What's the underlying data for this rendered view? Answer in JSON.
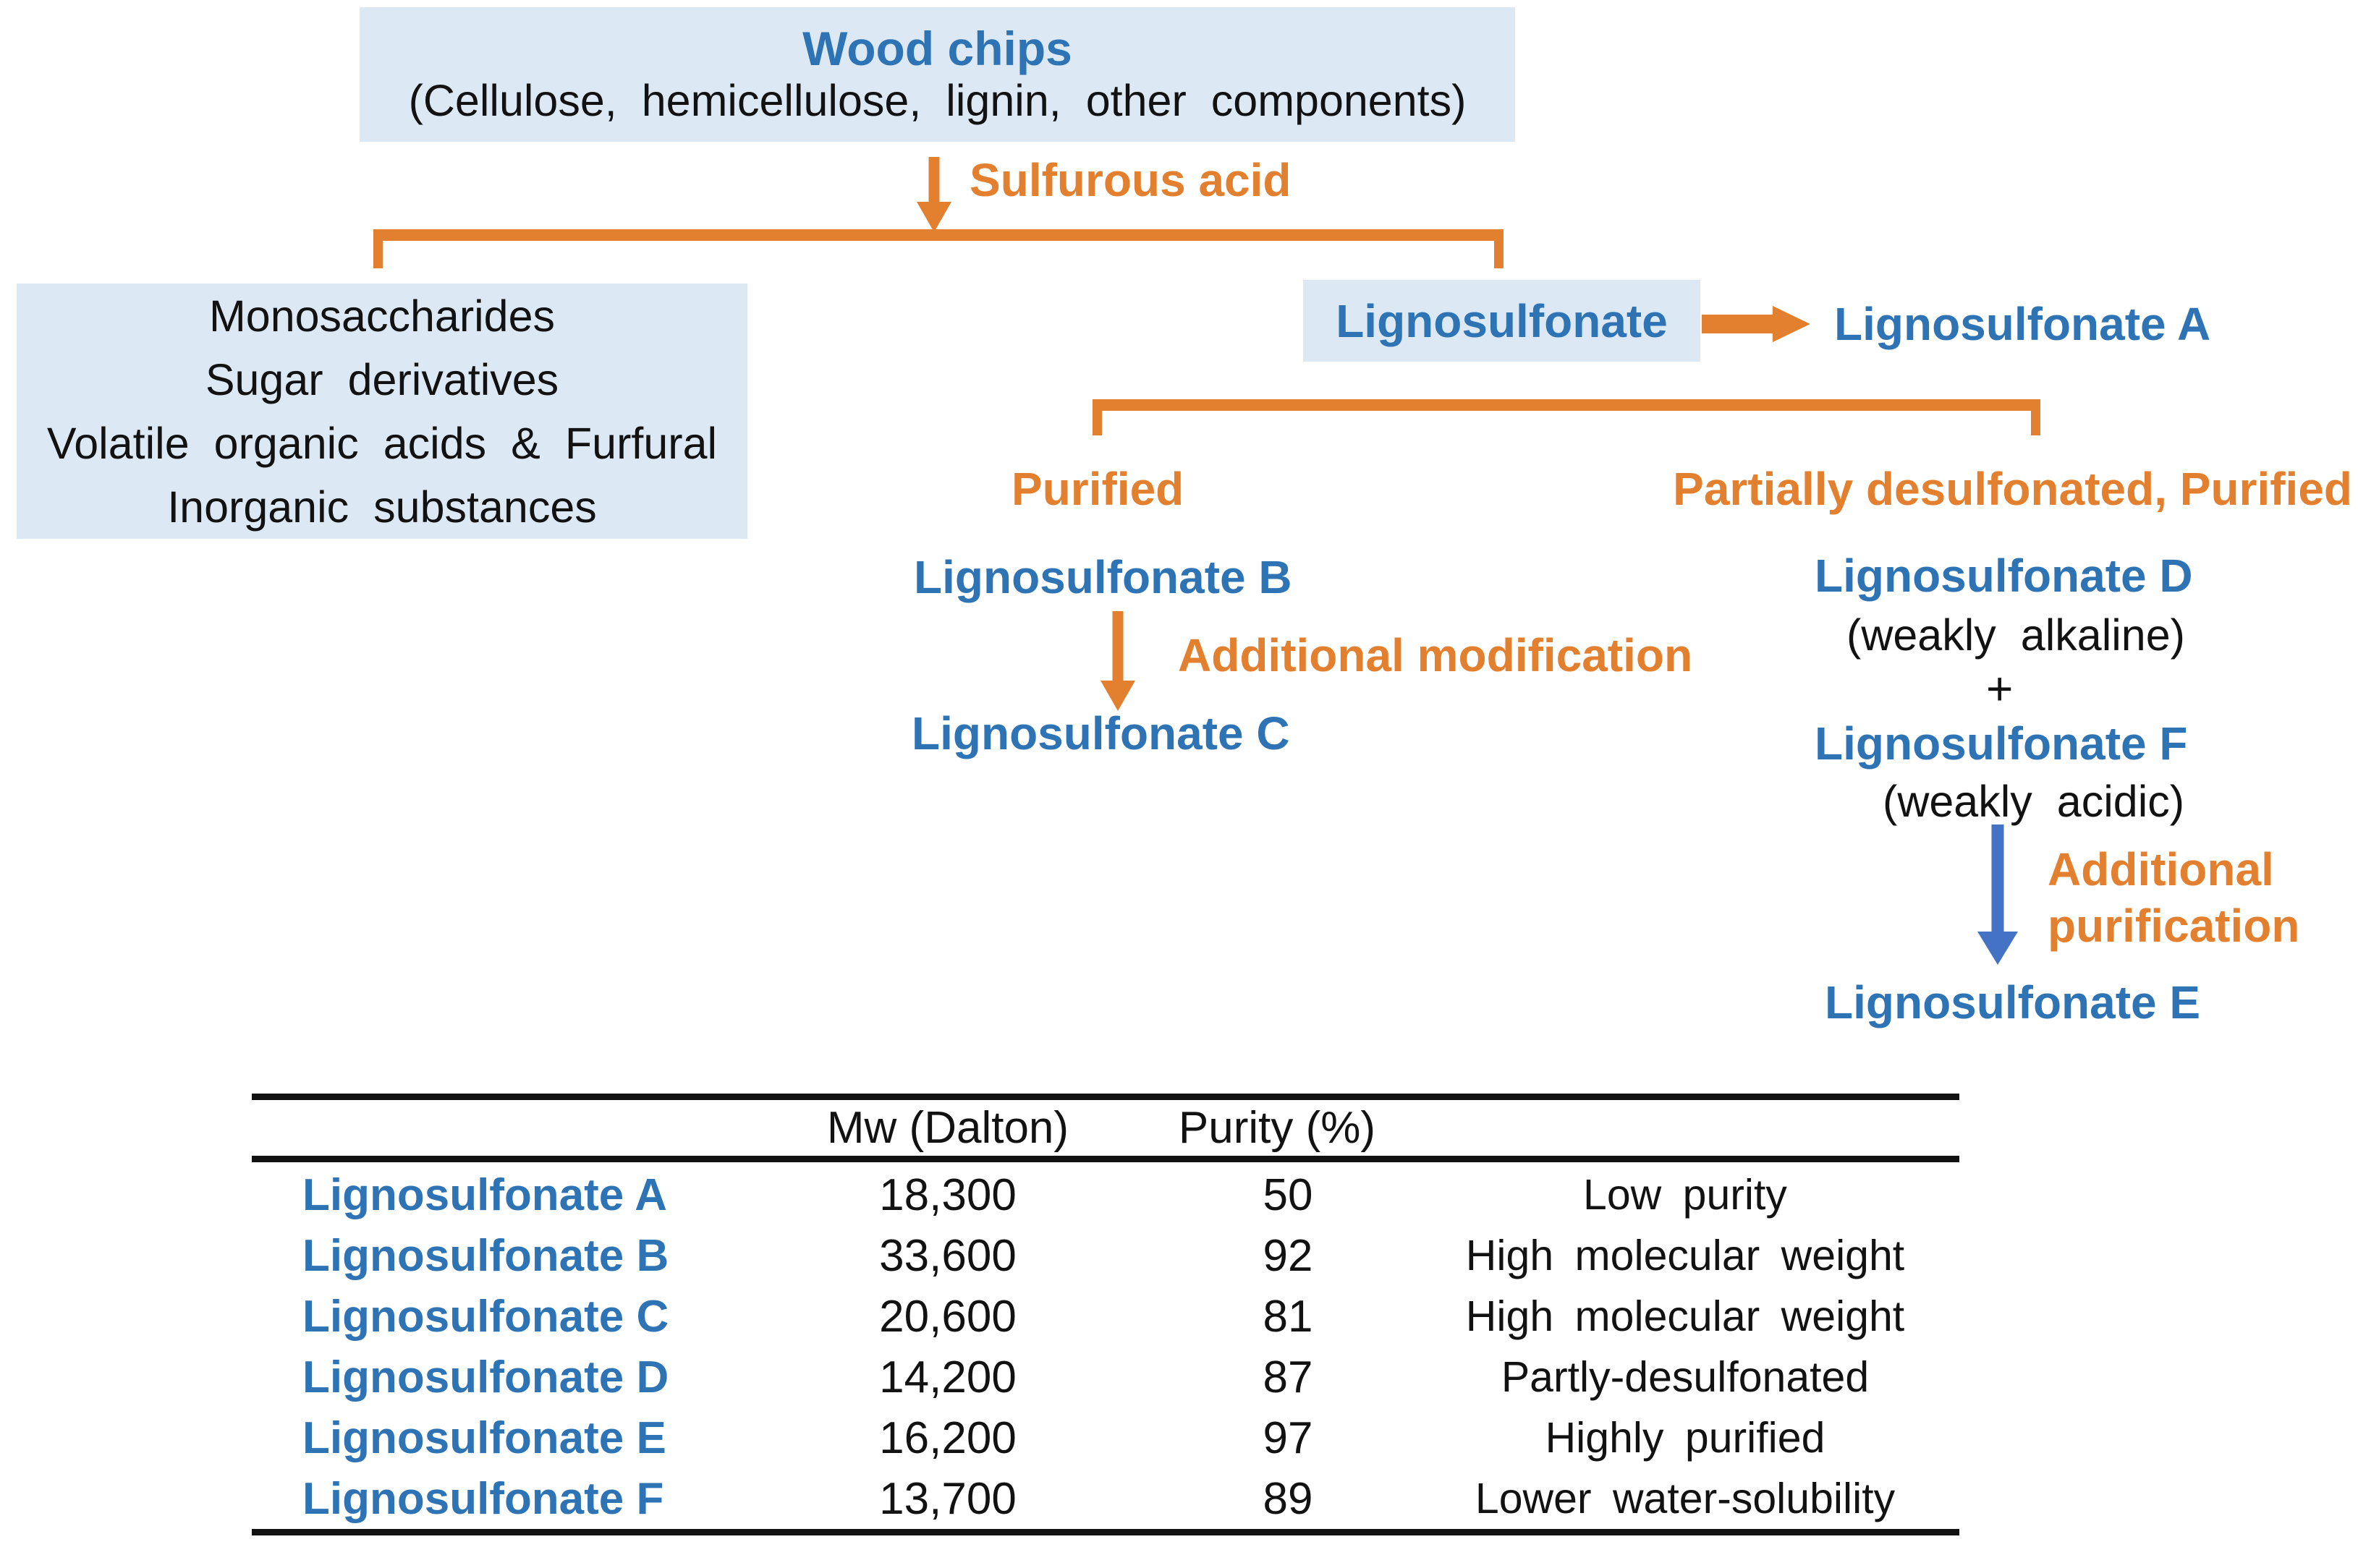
{
  "flowchart": {
    "wood_chips": {
      "title": "Wood chips",
      "subtitle": "(Cellulose, hemicellulose, lignin, other components)"
    },
    "sulfurous_acid_label": "Sulfurous acid",
    "byproducts_box_lines": [
      "Monosaccharides",
      "Sugar derivatives",
      "Volatile organic acids & Furfural",
      "Inorganic substances"
    ],
    "lignosulfonate_label": "Lignosulfonate",
    "lignosulfonate_a": "Lignosulfonate A",
    "purified_label": "Purified",
    "partially_desulfonated_label": "Partially desulfonated, Purified",
    "lignosulfonate_b": "Lignosulfonate B",
    "additional_modification_label": "Additional modification",
    "lignosulfonate_c": "Lignosulfonate C",
    "lignosulfonate_d": "Lignosulfonate D",
    "weakly_alkaline": "(weakly alkaline)",
    "plus_sign": "+",
    "lignosulfonate_f": "Lignosulfonate F",
    "weakly_acidic": "(weakly acidic)",
    "additional_purification_line1": "Additional",
    "additional_purification_line2": "purification",
    "lignosulfonate_e": "Lignosulfonate E"
  },
  "table": {
    "headers": {
      "mw": "Mw (Dalton)",
      "purity": "Purity (%)"
    },
    "rows": [
      {
        "name": "Lignosulfonate A",
        "mw": "18,300",
        "purity": "50",
        "note": "Low purity"
      },
      {
        "name": "Lignosulfonate B",
        "mw": "33,600",
        "purity": "92",
        "note": "High molecular weight"
      },
      {
        "name": "Lignosulfonate C",
        "mw": "20,600",
        "purity": "81",
        "note": "High molecular weight"
      },
      {
        "name": "Lignosulfonate D",
        "mw": "14,200",
        "purity": "87",
        "note": "Partly-desulfonated"
      },
      {
        "name": "Lignosulfonate E",
        "mw": "16,200",
        "purity": "97",
        "note": "Highly purified"
      },
      {
        "name": "Lignosulfonate F",
        "mw": "13,700",
        "purity": "89",
        "note": "Lower water-solubility"
      }
    ]
  },
  "colors": {
    "accent_blue": "#2e74b5",
    "accent_orange": "#e3802f",
    "arrow_blue": "#4472c4",
    "box_background": "#dce9f5",
    "rule_black": "#121212"
  }
}
